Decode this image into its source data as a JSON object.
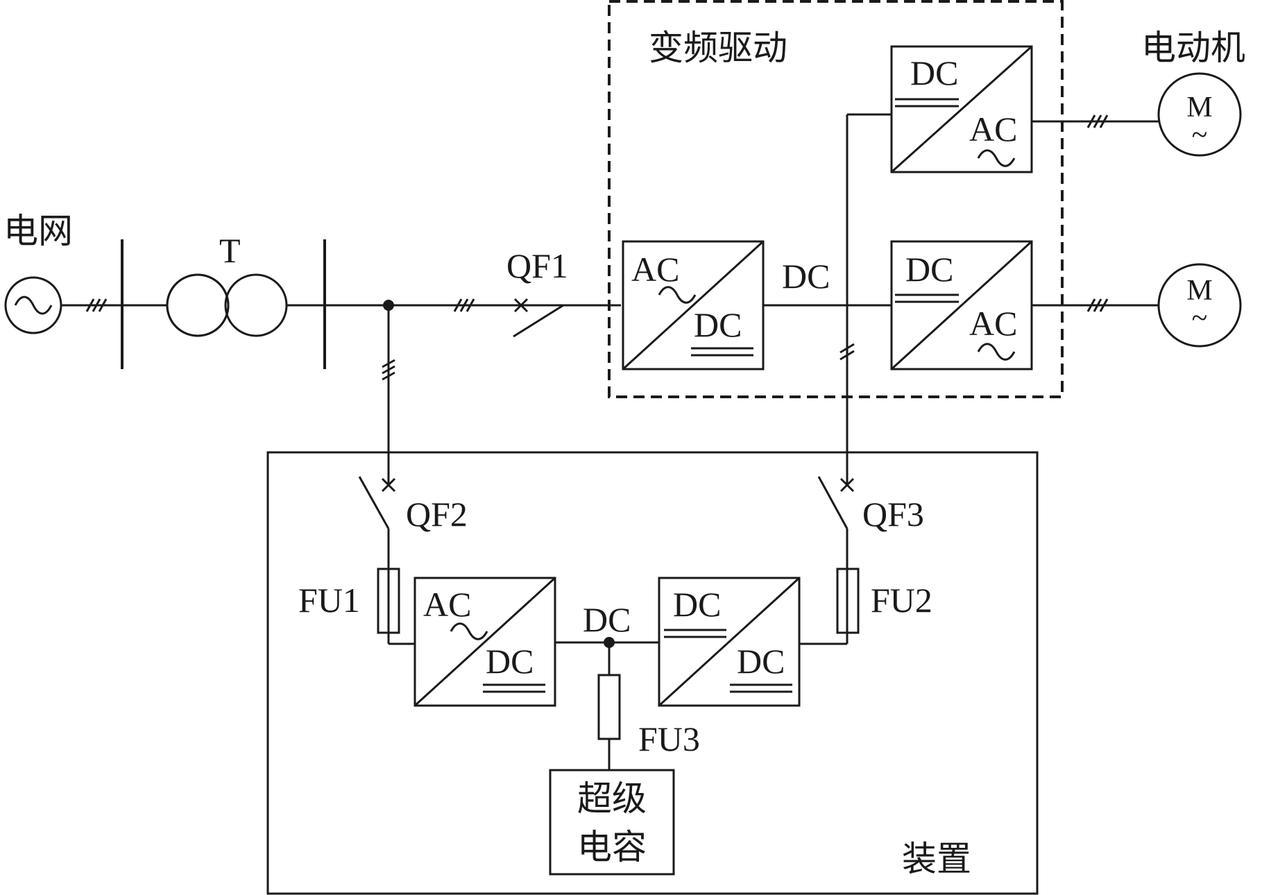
{
  "labels": {
    "grid": "电网",
    "transformer": "T",
    "qf1": "QF1",
    "qf2": "QF2",
    "qf3": "QF3",
    "fu1": "FU1",
    "fu2": "FU2",
    "fu3": "FU3",
    "vfd": "变频驱动",
    "motor": "电动机",
    "device": "装置",
    "dc_bus_top": "DC",
    "dc_bus_bottom": "DC",
    "supercap_line1": "超级",
    "supercap_line2": "电容"
  },
  "converters": {
    "vfd_rectifier": {
      "in": "AC",
      "out": "DC"
    },
    "vfd_inverter_top": {
      "in": "DC",
      "out": "AC"
    },
    "vfd_inverter_bottom": {
      "in": "DC",
      "out": "AC"
    },
    "dev_rectifier": {
      "in": "AC",
      "out": "DC"
    },
    "dev_dcdc": {
      "in": "DC",
      "out": "DC"
    }
  },
  "motors": {
    "top": {
      "letter": "M",
      "sym": "~"
    },
    "bottom": {
      "letter": "M",
      "sym": "~"
    }
  }
}
